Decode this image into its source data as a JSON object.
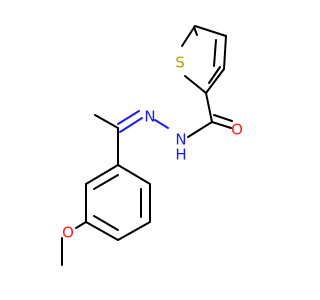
{
  "molecule": {
    "atoms": {
      "sulfur": "S",
      "carbonyl_oxygen": "O",
      "imine_nitrogen": "N",
      "amide_nitrogen": "N",
      "amide_hydrogen": "H",
      "ether_oxygen": "O"
    }
  },
  "colors": {
    "bond": "#000000",
    "sulfur": "#b3a000",
    "nitrogen": "#1a1aff",
    "oxygen": "#ff2020"
  }
}
